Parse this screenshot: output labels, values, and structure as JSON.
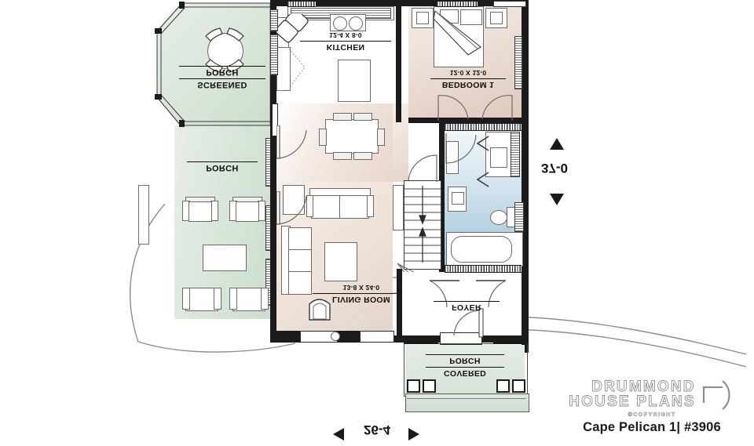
{
  "page": {
    "type": "floor-plan",
    "orientation_note": "plan drawn rotated 180 degrees (text appears mirrored)"
  },
  "rooms": [
    {
      "key": "screened_porch",
      "name": "SCREENED",
      "name2": "PORCH",
      "dimension": ""
    },
    {
      "key": "porch",
      "name": "PORCH",
      "name2": "",
      "dimension": ""
    },
    {
      "key": "kitchen",
      "name": "KITCHEN",
      "name2": "",
      "dimension": "12-4 X 8-0"
    },
    {
      "key": "bedroom1",
      "name": "BEDROOM 1",
      "name2": "",
      "dimension": "12-0 X 12-0"
    },
    {
      "key": "living_room",
      "name": "LIVING ROOM",
      "name2": "",
      "dimension": "13-8 X 24-0"
    },
    {
      "key": "foyer",
      "name": "FOYER",
      "name2": "",
      "dimension": ""
    },
    {
      "key": "covered_porch",
      "name": "COVERED",
      "name2": "PORCH",
      "dimension": ""
    }
  ],
  "dimensions": {
    "overall_depth": "37-0",
    "overall_width": "26-4"
  },
  "branding": {
    "line1": "DRUMMOND",
    "line2": "HOUSE PLANS",
    "copyright": "©COPYRIGHT",
    "plan_name": "Cape Pelican 1| #3906"
  },
  "colors": {
    "wall": "#1b1b1b",
    "porch_fill": "#d7e5d8",
    "living_fill": "#ece0d7",
    "bath_fill": "#9dc2d6",
    "text": "#15110f"
  }
}
